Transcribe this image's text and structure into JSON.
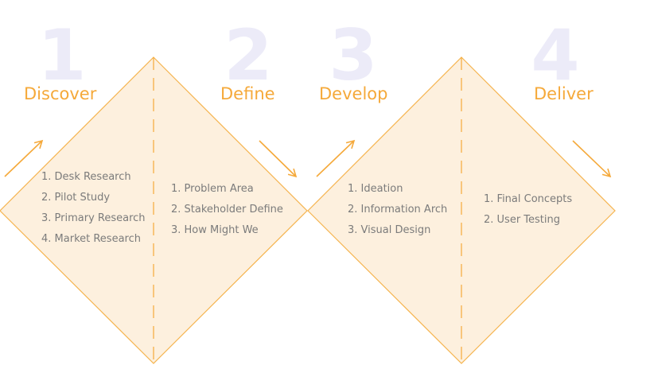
{
  "colors": {
    "accent": "#f5a93a",
    "diamond_fill": "#fdf0de",
    "number": "#ecebf8",
    "text": "#7b7b7b"
  },
  "phases": [
    {
      "number": "1",
      "title": "Discover",
      "items": [
        "1. Desk Research",
        "2. Pilot Study",
        "3. Primary Research",
        "4. Market Research"
      ]
    },
    {
      "number": "2",
      "title": "Define",
      "items": [
        "1. Problem Area",
        "2. Stakeholder Define",
        "3. How Might We"
      ]
    },
    {
      "number": "3",
      "title": "Develop",
      "items": [
        "1. Ideation",
        "2. Information Arch",
        "3. Visual Design"
      ]
    },
    {
      "number": "4",
      "title": "Deliver",
      "items": [
        "1. Final Concepts",
        "2. User Testing"
      ]
    }
  ]
}
